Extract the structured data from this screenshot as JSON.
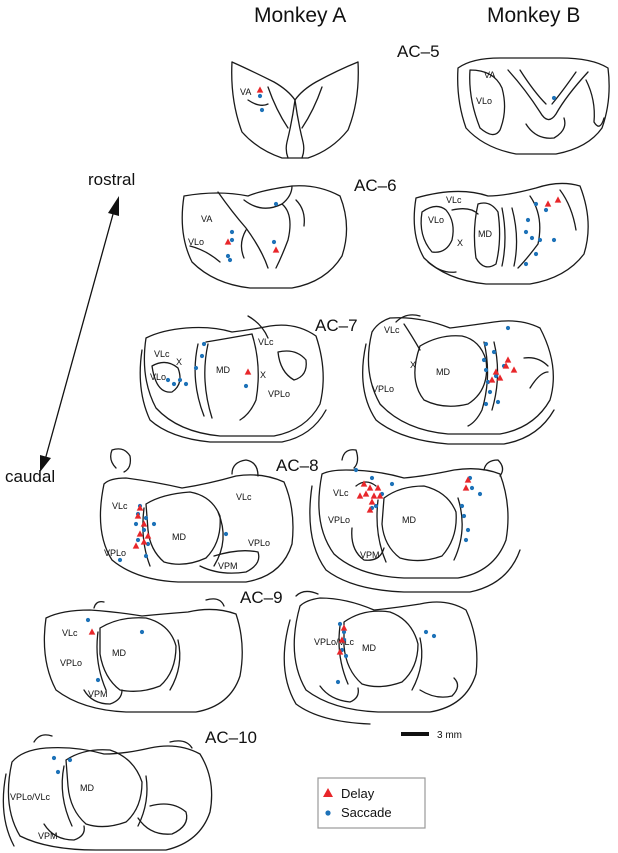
{
  "columns": [
    "Monkey A",
    "Monkey B"
  ],
  "axis": {
    "top": "rostral",
    "bottom": "caudal"
  },
  "levels": [
    "AC–5",
    "AC–6",
    "AC–7",
    "AC–8",
    "AC–9",
    "AC–10"
  ],
  "regions": {
    "a5": [
      "VA"
    ],
    "b5": [
      "VA",
      "VLo"
    ],
    "a6": [
      "VA",
      "VLo"
    ],
    "b6": [
      "VLc",
      "VLo",
      "X",
      "MD"
    ],
    "a7": [
      "VLc",
      "X",
      "VLo",
      "MD",
      "VLc",
      "X",
      "VPLo"
    ],
    "b7": [
      "VLc",
      "X",
      "MD",
      "VPLo"
    ],
    "a8": [
      "VLc",
      "MD",
      "VPLo",
      "VLc",
      "VPLo",
      "VPM"
    ],
    "b8": [
      "VLc",
      "VPLo",
      "MD",
      "VPM"
    ],
    "a9": [
      "VLc",
      "MD",
      "VPLo",
      "VPM"
    ],
    "b9": [
      "VPLo/VLc",
      "MD"
    ],
    "a10": [
      "MD",
      "VPLo/VLc",
      "VPM"
    ]
  },
  "scale_bar": "3 mm",
  "legend": {
    "delay": {
      "label": "Delay",
      "color": "#e8262a",
      "marker": "triangle"
    },
    "saccade": {
      "label": "Saccade",
      "color": "#1d72b8",
      "marker": "circle"
    }
  }
}
